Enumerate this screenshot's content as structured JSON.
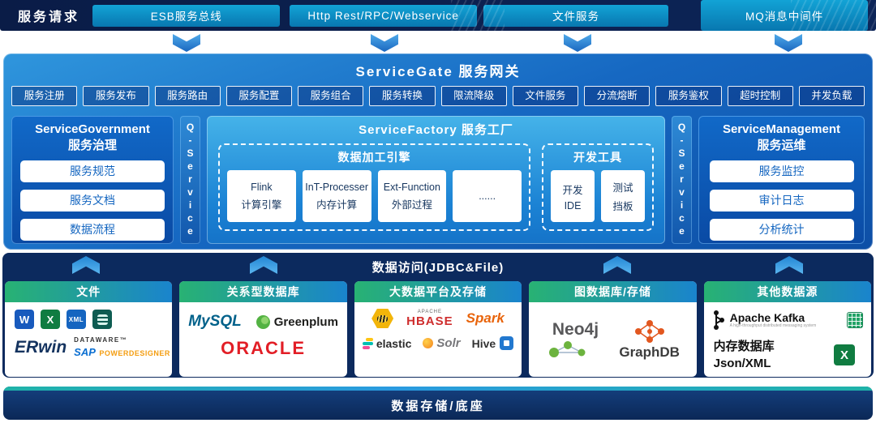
{
  "header": {
    "label": "服务请求",
    "buttons": [
      "ESB服务总线",
      "Http Rest/RPC/Webservice",
      "文件服务",
      "MQ消息中间件"
    ]
  },
  "gateway": {
    "title": "ServiceGate 服务网关",
    "capabilities": [
      "服务注册",
      "服务发布",
      "服务路由",
      "服务配置",
      "服务组合",
      "服务转换",
      "限流降级",
      "文件服务",
      "分流熔断",
      "服务鉴权",
      "超时控制",
      "并发负载"
    ]
  },
  "q_service": "Q-Service",
  "governance": {
    "title_en": "ServiceGovernment",
    "title_cn": "服务治理",
    "items": [
      "服务规范",
      "服务文档",
      "数据流程"
    ]
  },
  "factory": {
    "title": "ServiceFactory 服务工厂",
    "engine": {
      "title": "数据加工引擎",
      "cards": [
        {
          "line1": "Flink",
          "line2": "计算引擎"
        },
        {
          "line1": "InT-Processer",
          "line2": "内存计算"
        },
        {
          "line1": "Ext-Function",
          "line2": "外部过程"
        },
        {
          "line1": "......",
          "line2": ""
        }
      ]
    },
    "tools": {
      "title": "开发工具",
      "cards": [
        {
          "line1": "开发",
          "line2": "IDE"
        },
        {
          "line1": "测试",
          "line2": "挡板"
        }
      ]
    }
  },
  "management": {
    "title_en": "ServiceManagement",
    "title_cn": "服务运维",
    "items": [
      "服务监控",
      "审计日志",
      "分析统计"
    ]
  },
  "data_access": {
    "label": "数据访问(JDBC&File)"
  },
  "datasources": {
    "files": {
      "title": "文件",
      "word_letter": "W",
      "excel_letter": "X",
      "xml_label": "XML",
      "erwin": "ERwin",
      "dataware": "DATAWARE™",
      "sap": "SAP",
      "powerdesigner": "POWERDESIGNER"
    },
    "relational": {
      "title": "关系型数据库",
      "mysql": "MySQL",
      "greenplum": "Greenplum",
      "oracle": "ORACLE"
    },
    "bigdata": {
      "title": "大数据平台及存储",
      "apache": "APACHE",
      "hbase": "HBASE",
      "spark": "Spark",
      "elastic": "elastic",
      "solr": "Solr",
      "hive": "Hive"
    },
    "graph": {
      "title": "图数据库/存储",
      "neo4j": "Neo4j",
      "graphdb": "GraphDB"
    },
    "other": {
      "title": "其他数据源",
      "kafka": "Apache Kafka",
      "kafka_sub": "A high-throughput distributed messaging system",
      "memdb": "内存数据库",
      "json": "Json/XML",
      "excel_letter": "X"
    }
  },
  "footer": {
    "label": "数据存储/底座"
  }
}
